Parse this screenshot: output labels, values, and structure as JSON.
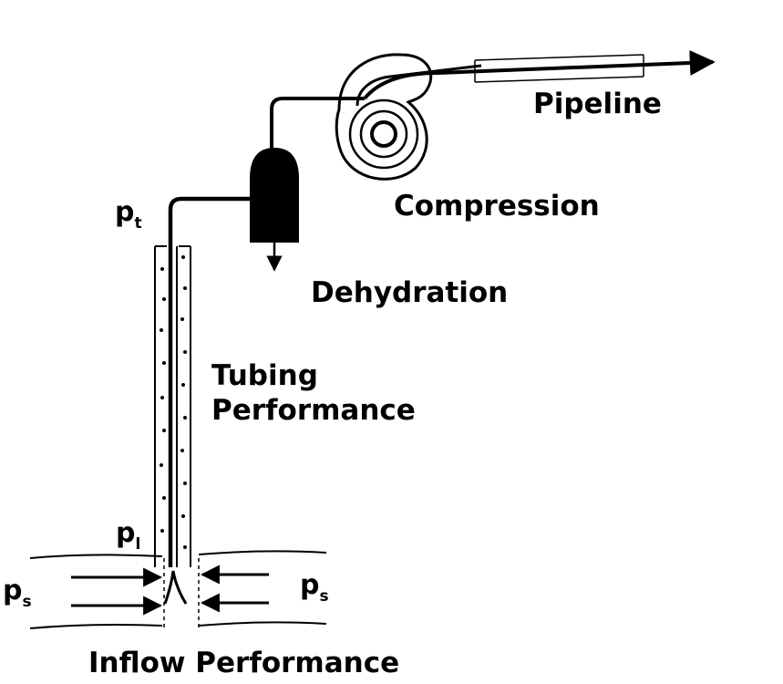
{
  "labels": {
    "pipeline": "Pipeline",
    "compression": "Compression",
    "dehydration": "Dehydration",
    "tubing_line1": "Tubing",
    "tubing_line2": "Performance",
    "inflow": "Inflow Performance"
  },
  "symbols": {
    "tubing_head": {
      "base": "p",
      "sub": "t"
    },
    "bottomhole": {
      "base": "p",
      "sub": "l"
    },
    "reservoir_left": {
      "base": "p",
      "sub": "s"
    },
    "reservoir_right": {
      "base": "p",
      "sub": "s"
    }
  }
}
